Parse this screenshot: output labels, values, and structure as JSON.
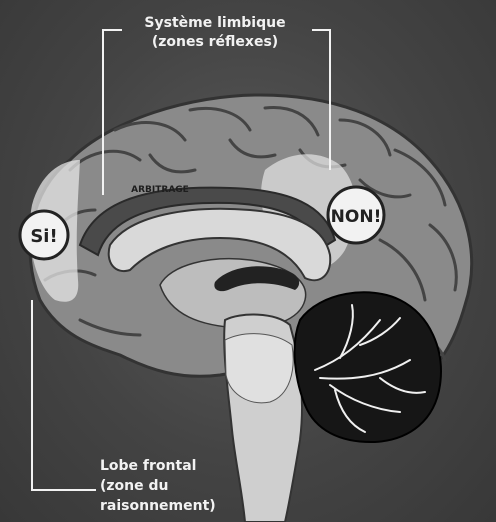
{
  "labels": {
    "limbic_line1": "Système limbique",
    "limbic_line2": "(zones réflexes)",
    "frontal_line1": "Lobe frontal",
    "frontal_line2": "(zone du",
    "frontal_line3": "raisonnement)",
    "arbitrage": "ARBITRAGE",
    "yes_badge": "Si!",
    "no_badge": "NON!"
  },
  "colors": {
    "background": "#474747",
    "cortex": "#8a8a8a",
    "cortex_dark": "#6a6a6a",
    "highlight": "#e6e6e6",
    "cerebellum": "#161616",
    "text": "#f2f2f2"
  }
}
